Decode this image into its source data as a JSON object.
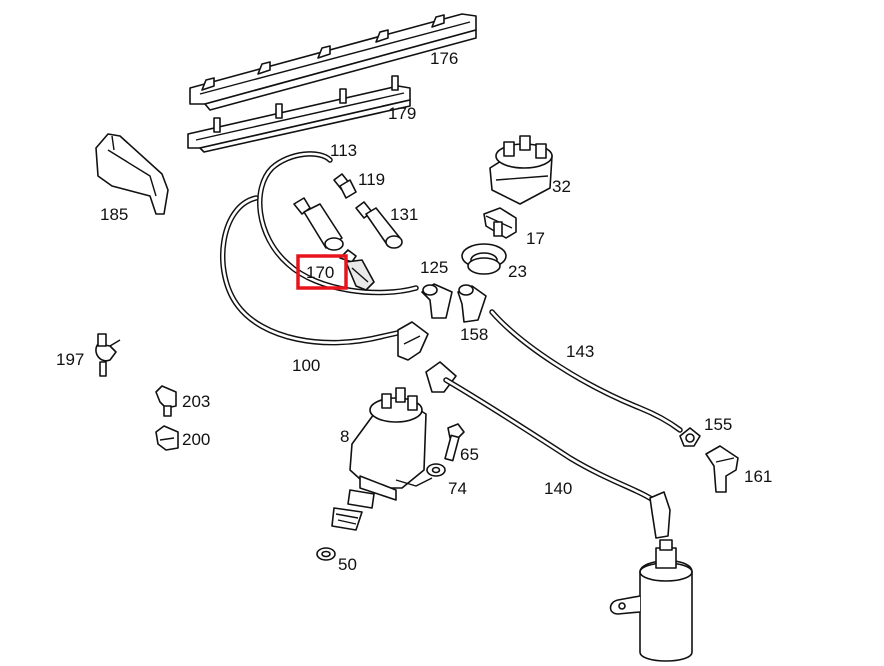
{
  "highlight_color": "#e8141b",
  "highlighted_part": "170",
  "callouts": {
    "p176": "176",
    "p179": "179",
    "p113": "113",
    "p119": "119",
    "p131": "131",
    "p185": "185",
    "p32": "32",
    "p17": "17",
    "p23": "23",
    "p125": "125",
    "p170": "170",
    "p158": "158",
    "p143": "143",
    "p100": "100",
    "p197": "197",
    "p203": "203",
    "p200": "200",
    "p8": "8",
    "p65": "65",
    "p74": "74",
    "p155": "155",
    "p161": "161",
    "p140": "140",
    "p50": "50"
  }
}
